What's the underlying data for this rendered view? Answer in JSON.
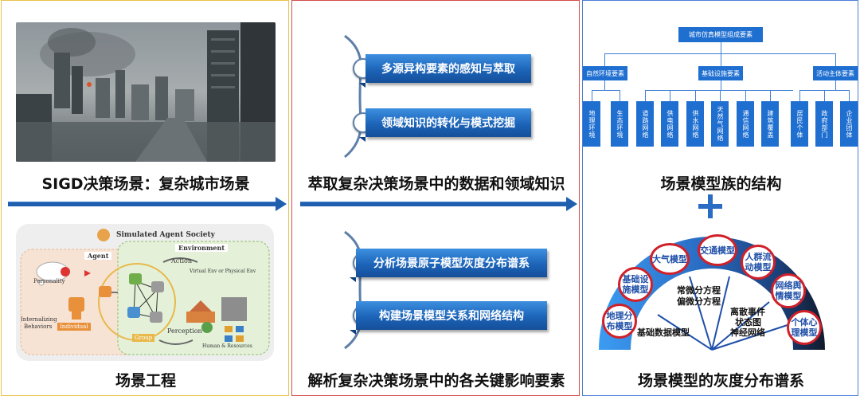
{
  "left": {
    "top_caption": "SIGD决策场景：复杂城市场景",
    "bottom_caption": "场景工程",
    "diagram": {
      "title": "Simulated Agent Society",
      "agent_label": "Agent",
      "environment_label": "Environment",
      "personality": "Personality",
      "internalizing": "Internalizing",
      "behaviors": "Behaviors",
      "individual": "Individual",
      "group": "Group",
      "action": "Action",
      "env_types": "Virtual Env   or  Physical Env",
      "perception": "Perception",
      "resources": "Human  &  Resources"
    }
  },
  "middle": {
    "banners": [
      "多源异构要素的感知与萃取",
      "领域知识的转化与模式挖掘",
      "分析场景原子模型灰度分布谱系",
      "构建场景模型关系和网络结构"
    ],
    "caption_top": "萃取复杂决策场景中的数据和领域知识",
    "caption_bottom": "解析复杂决策场景中的各关键影响要素"
  },
  "right": {
    "tree": {
      "root": "城市仿真模型组成要素",
      "categories": [
        "自然环境要素",
        "基础设施要素",
        "活动主体要素"
      ],
      "leaves": [
        "地理环境",
        "生态环境",
        "道路网络",
        "供电网络",
        "供水网络",
        "天然气网络",
        "通信网络",
        "建筑覆盖",
        "居民个体",
        "政府部门",
        "企业团体"
      ]
    },
    "caption_top": "场景模型族的结构",
    "plus": "+",
    "spectrum": {
      "circles": [
        "地理分布模型",
        "基础设施模型",
        "大气模型",
        "交通模型",
        "人群流动模型",
        "网络舆情模型",
        "个体心理模型"
      ],
      "labels": [
        "常微分方程",
        "偏微分方程",
        "离散事件",
        "状态图",
        "神经网络",
        "基础数据模型"
      ]
    },
    "caption_bottom": "场景模型的灰度分布谱系"
  },
  "colors": {
    "accent_blue": "#1f6fd1",
    "red_ring": "#d0202a",
    "left_border": "#e8c34a",
    "mid_border": "#d64b4b",
    "right_border": "#4a7fd6"
  }
}
